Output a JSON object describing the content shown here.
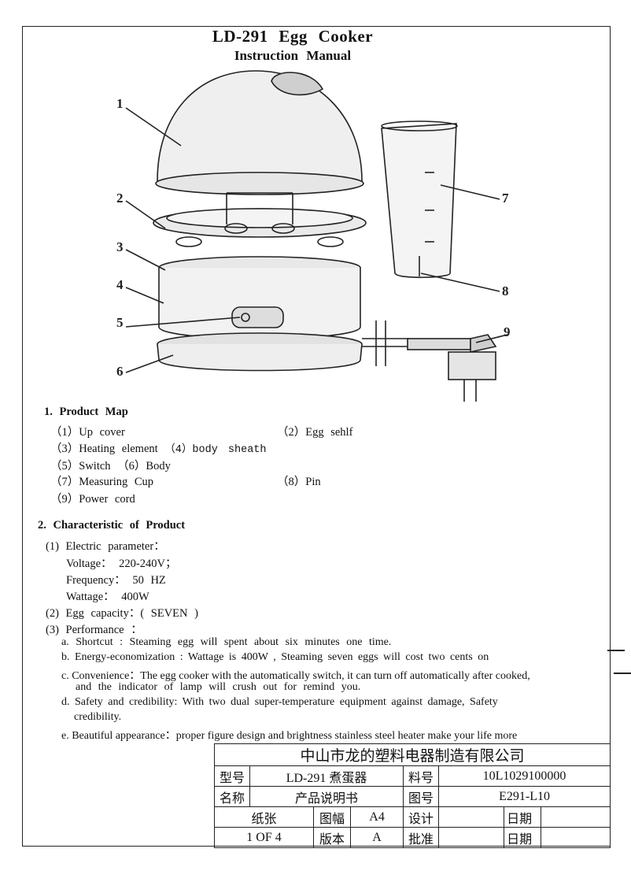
{
  "header": {
    "title": "LD-291   Egg   Cooker",
    "subtitle": "Instruction   Manual"
  },
  "diagram": {
    "callouts": [
      "1",
      "2",
      "3",
      "4",
      "5",
      "6",
      "7",
      "8",
      "9"
    ]
  },
  "section1": {
    "heading": "1.  Product   Map",
    "rows": [
      {
        "left": "（1）Up cover",
        "right": "（2）Egg sehlf"
      },
      {
        "left": "（3）Heating   element   （4）body   sheath",
        "right": ""
      },
      {
        "left": "（5）Switch   （6）Body",
        "right": ""
      },
      {
        "left": "（7）Measuring Cup",
        "right": "（8）Pin"
      },
      {
        "left": "（9）Power   cord",
        "right": ""
      }
    ]
  },
  "section2": {
    "heading": "2.  Characteristic   of   Product",
    "p1": "(1)   Electric   parameter：",
    "voltage": "Voltage：     220-240V；",
    "frequency": "Frequency：     50   HZ",
    "wattage": "Wattage：     400W",
    "p2": "(2)   Egg   capacity：(   SEVEN   )",
    "p3": "(3)   Performance   ：",
    "a": "a.  Shortcut  :  Steaming  egg  will  spent  about  six  minutes  one  time.",
    "b": "b.  Energy-economization  :  Wattage  is  400W  ,  Steaming  seven  eggs  will  cost  two  cents  on",
    "c1": "c. Convenience：The egg cooker with the automatically switch, it can turn off automatically after cooked,",
    "c2": "and   the   indicator   of   lamp   will   crush   out   for   remind   you.",
    "d1": "d.  Safety  and  credibility:  With  two  dual  super-temperature  equipment  against  damage,  Safety",
    "d2": "credibility.",
    "e": "e. Beautiful appearance：proper figure design and brightness stainless    steel heater make your life more"
  },
  "title_block": {
    "company": "中山市龙的塑料电器制造有限公司",
    "model_label": "型号",
    "model_value": "LD-291 煮蛋器",
    "part_label": "料号",
    "part_value": "10L1029100000",
    "name_label": "名称",
    "name_value": "产品说明书",
    "drawing_label": "图号",
    "drawing_value": "E291-L10",
    "paper_label": "纸张",
    "format_label": "图幅",
    "format_value": "A4",
    "design_label": "设计",
    "date_label_1": "日期",
    "sheet_value": "1   OF   4",
    "version_label": "版本",
    "version_value": "A",
    "approve_label": "批准",
    "date_label_2": "日期"
  }
}
